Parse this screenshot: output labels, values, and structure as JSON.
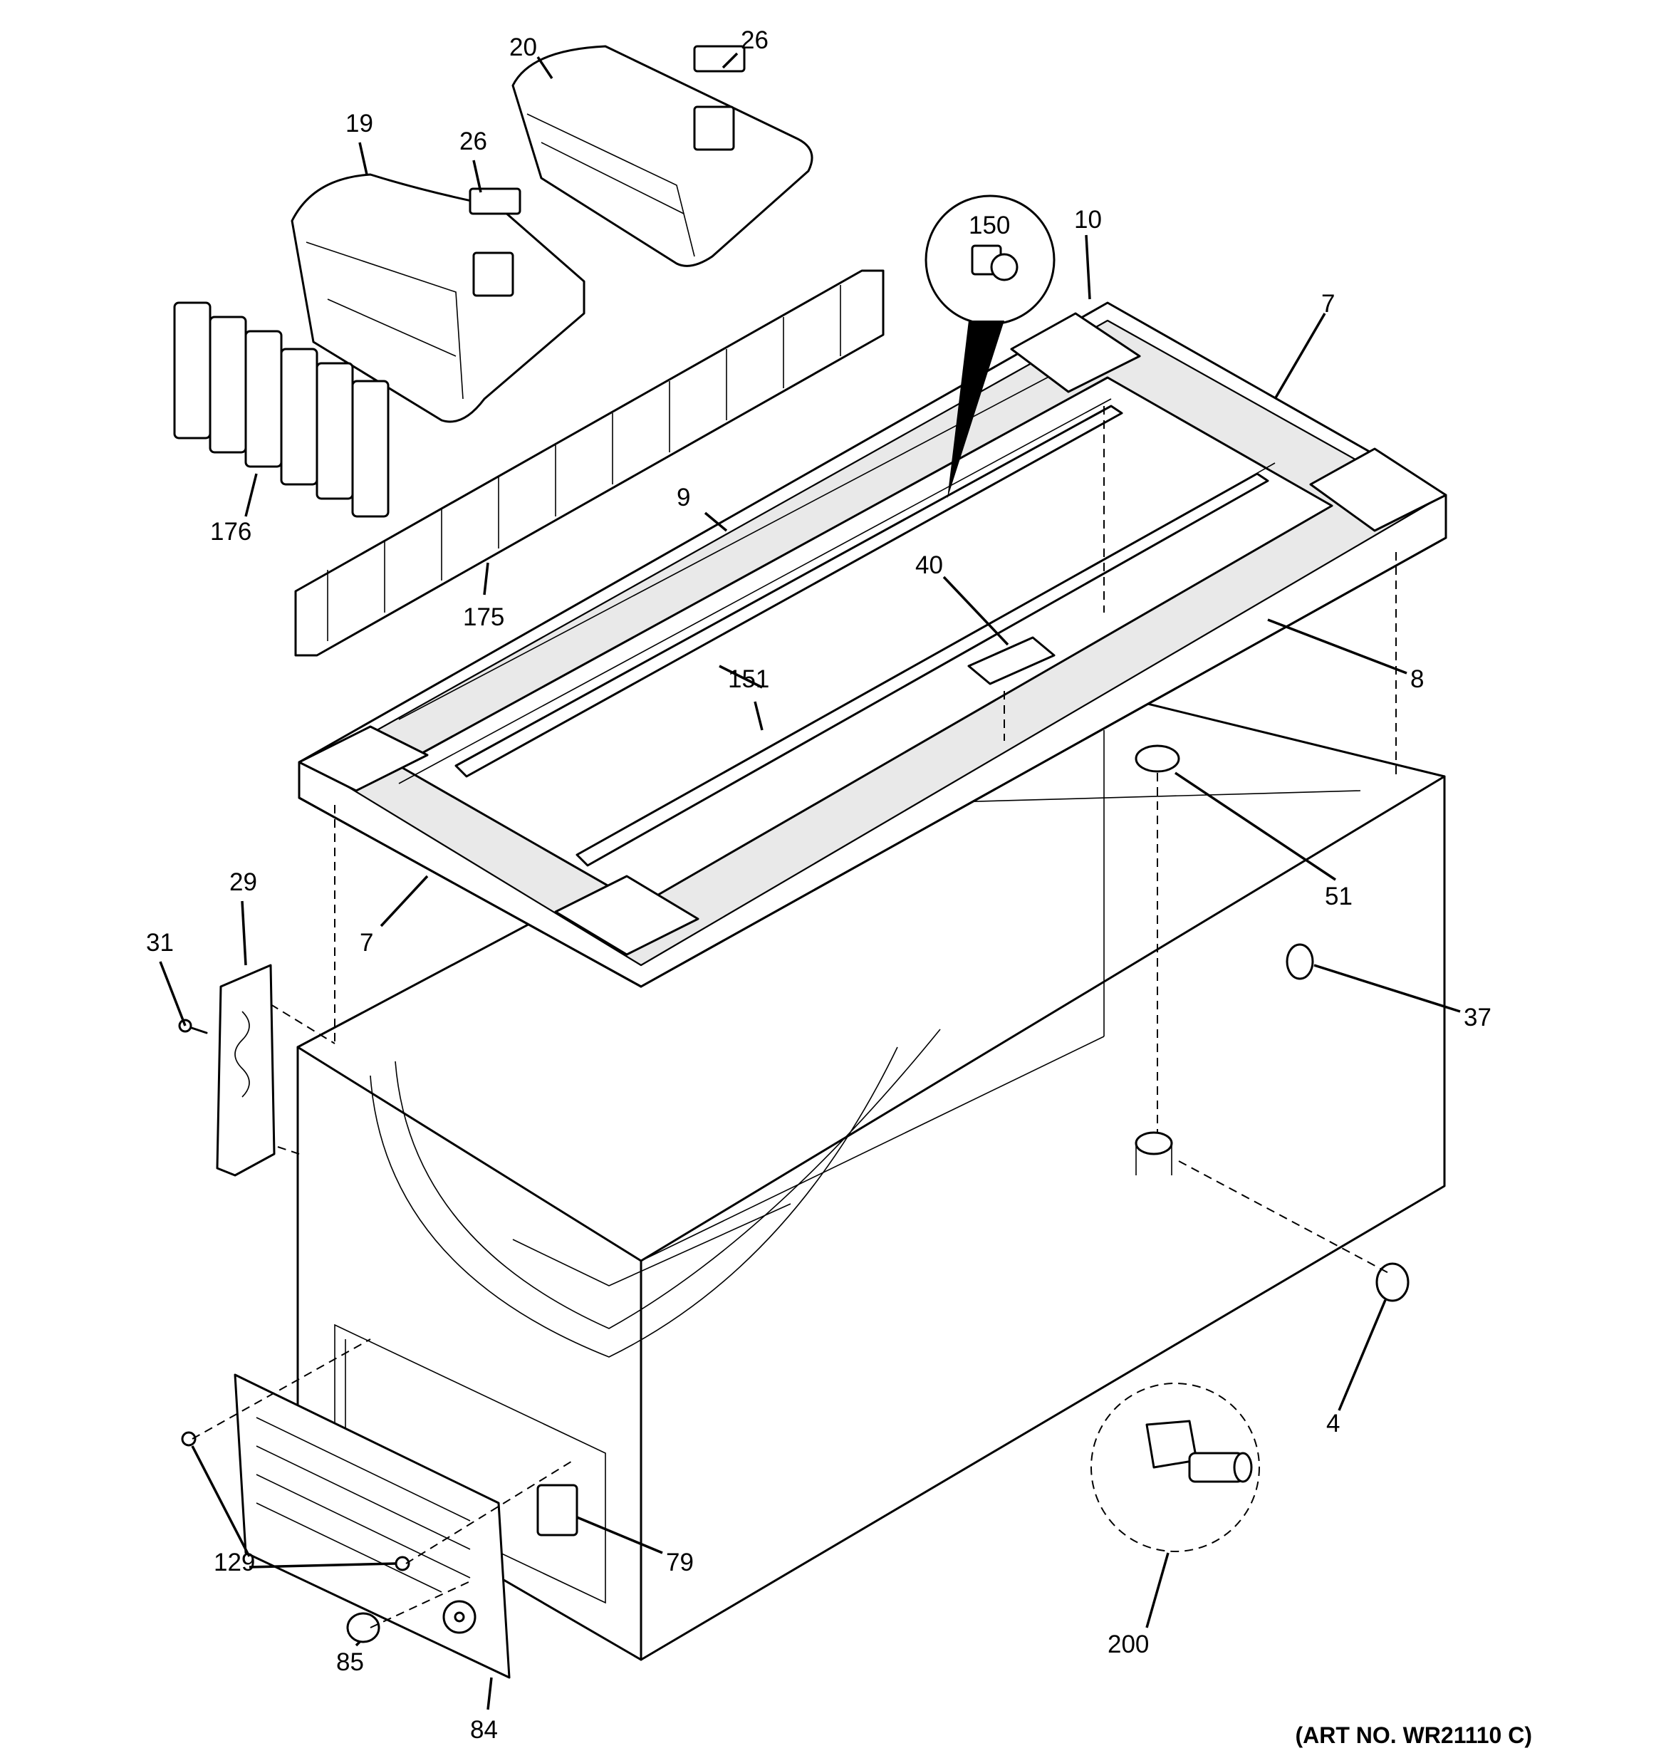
{
  "labels": {
    "p20": "20",
    "p26a": "26",
    "p19": "19",
    "p26b": "26",
    "p150": "150",
    "p10": "10",
    "p7a": "7",
    "p176": "176",
    "p9": "9",
    "p175": "175",
    "p40": "40",
    "p151": "151",
    "p8": "8",
    "p51": "51",
    "p29": "29",
    "p31": "31",
    "p7b": "7",
    "p37": "37",
    "p4": "4",
    "p79": "79",
    "p129": "129",
    "p200": "200",
    "p85": "85",
    "p84": "84"
  },
  "art_number": "(ART NO. WR21110 C)"
}
